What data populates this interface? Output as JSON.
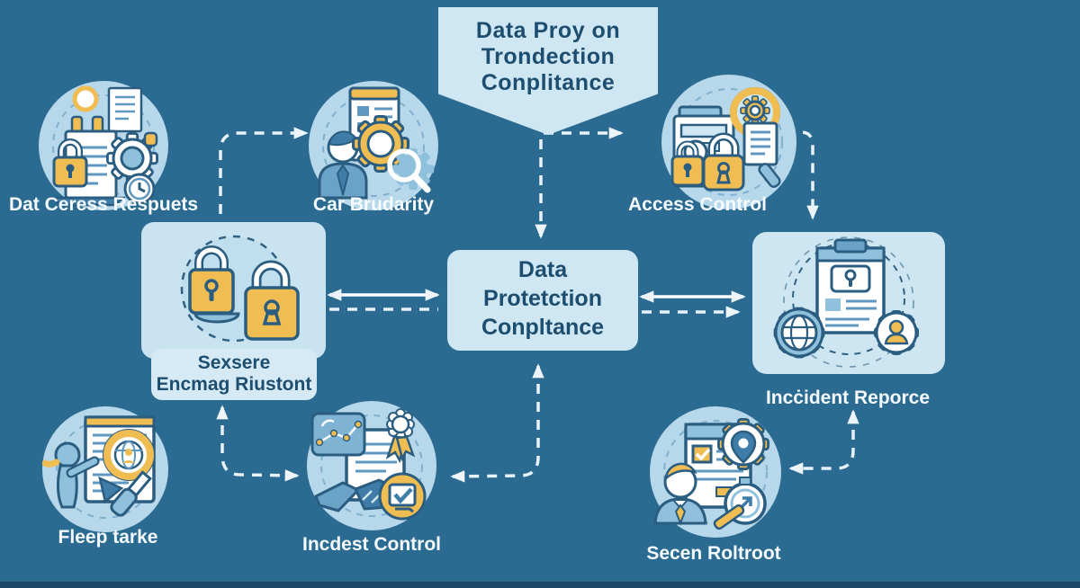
{
  "banner": {
    "line1": "Data Proy on",
    "line2": "Trondection",
    "line3": "Conplitance"
  },
  "center_box": {
    "line1": "Data",
    "line2": "Protetction",
    "line3": "Conpltance"
  },
  "nodes": {
    "top_left": {
      "label": "Dat Ceress Respuets",
      "icon": "documents-lock-gear-clock-icon"
    },
    "top_mid": {
      "label": "Car Brudarity",
      "icon": "person-gear-magnifier-icon"
    },
    "top_right": {
      "label": "Access Control",
      "icon": "server-padlocks-magnifier-icon"
    },
    "mid_left": {
      "label_line1": "Sexsere",
      "label_line2": "Encmag Riustont",
      "icon": "padlocks-icon"
    },
    "mid_right": {
      "label": "Incċident Reporce",
      "icon": "clipboard-globe-gear-icon"
    },
    "bottom_left": {
      "label": "Fleep tarke",
      "icon": "person-document-globe-magnifier-icon"
    },
    "bottom_mid": {
      "label": "Incdest Control",
      "icon": "handshake-document-award-check-icon"
    },
    "bottom_right": {
      "label": "Secen Roltroot",
      "icon": "person-checklist-gear-stopwatch-icon"
    }
  },
  "colors": {
    "background": "#2b6b92",
    "bottom_strip": "#1c4966",
    "panel_light_blue": "#cfe7f3",
    "icon_circle": "#b7d8ea",
    "heading_text": "#1d4d6f",
    "label_text": "#f4fafd",
    "accent_yellow": "#f0bd53",
    "icon_outline": "#2b5d80",
    "icon_mid_blue": "#6ba3c8",
    "arrow_white": "#edf5fa"
  }
}
